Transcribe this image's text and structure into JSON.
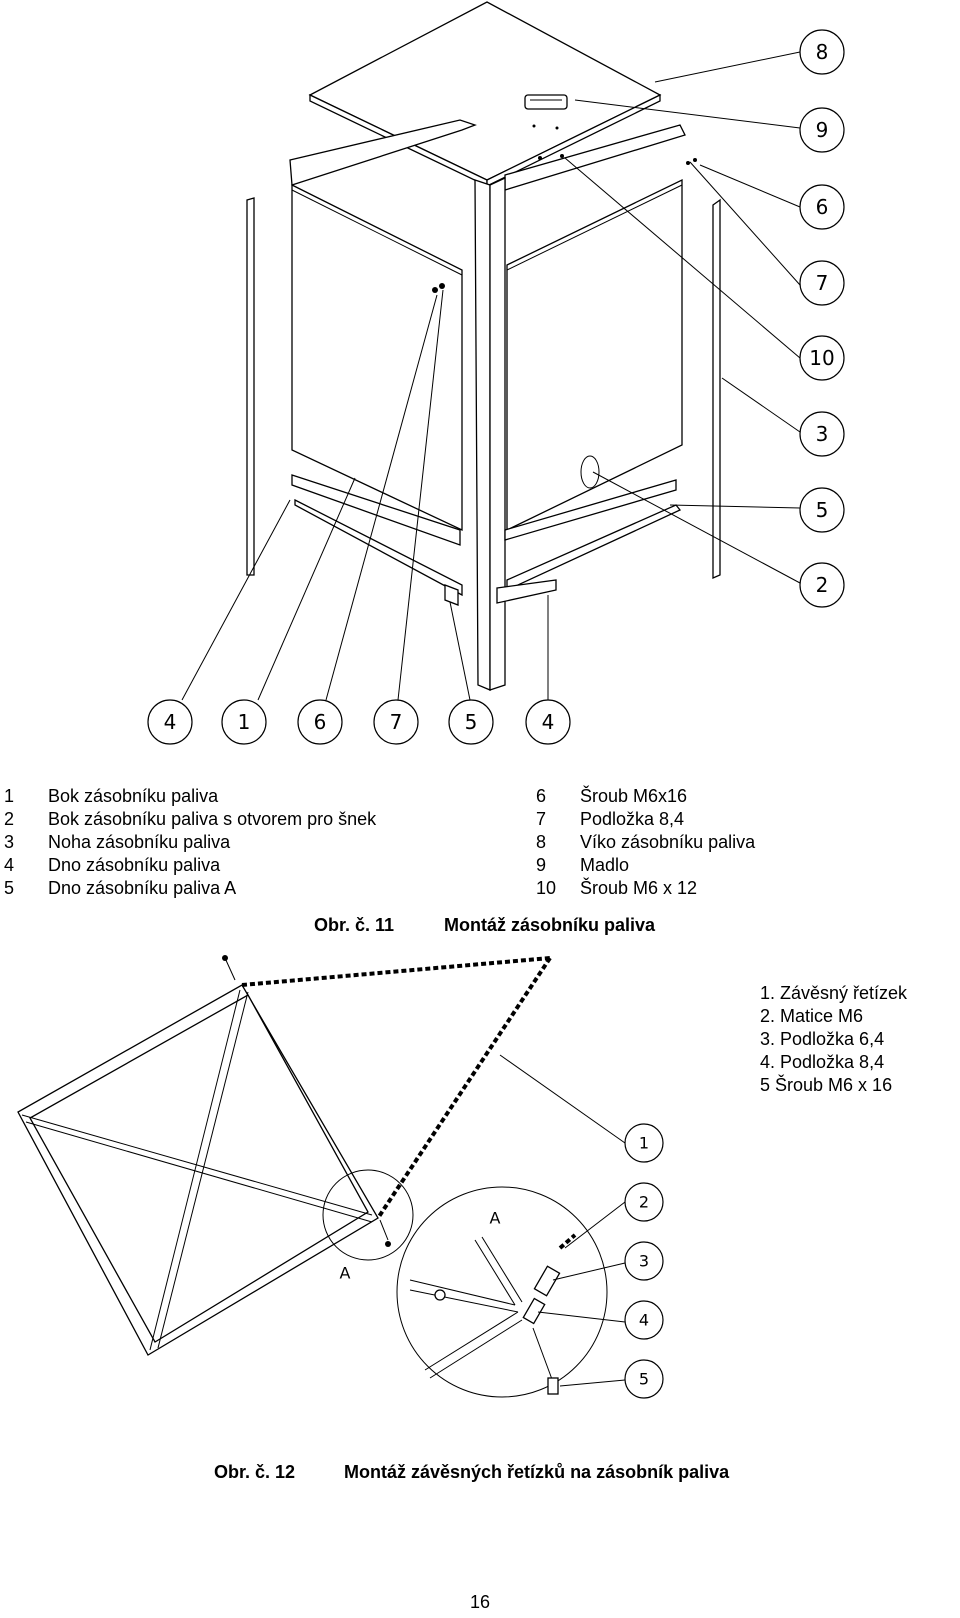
{
  "figure11": {
    "callouts_right": [
      "8",
      "9",
      "6",
      "7",
      "10",
      "3",
      "5",
      "2"
    ],
    "callouts_bottom": [
      "4",
      "1",
      "6",
      "7",
      "5",
      "4"
    ],
    "legend_left": [
      {
        "num": "1",
        "text": "Bok zásobníku paliva"
      },
      {
        "num": "2",
        "text": "Bok zásobníku paliva s otvorem pro šnek"
      },
      {
        "num": "3",
        "text": "Noha zásobníku paliva"
      },
      {
        "num": "4",
        "text": "Dno zásobníku paliva"
      },
      {
        "num": "5",
        "text": "Dno zásobníku paliva A"
      }
    ],
    "legend_right": [
      {
        "num": "6",
        "text": "Šroub M6x16"
      },
      {
        "num": "7",
        "text": "Podložka 8,4"
      },
      {
        "num": "8",
        "text": "Víko zásobníku paliva"
      },
      {
        "num": "9",
        "text": "Madlo"
      },
      {
        "num": "10",
        "text": "Šroub M6 x 12"
      }
    ],
    "caption_label": "Obr. č. 11",
    "caption_title": "Montáž zásobníku paliva"
  },
  "figure12": {
    "legend": [
      "1. Závěsný řetízek",
      "2. Matice M6",
      "3. Podložka 6,4",
      "4. Podložka 8,4",
      "5 Šroub M6 x 16"
    ],
    "callouts": [
      "1",
      "2",
      "3",
      "4",
      "5"
    ],
    "detail_label": "A",
    "detail_label_circle": "A",
    "caption_label": "Obr. č. 12",
    "caption_title": "Montáž závěsných řetízků na zásobník paliva"
  },
  "page_number": "16"
}
